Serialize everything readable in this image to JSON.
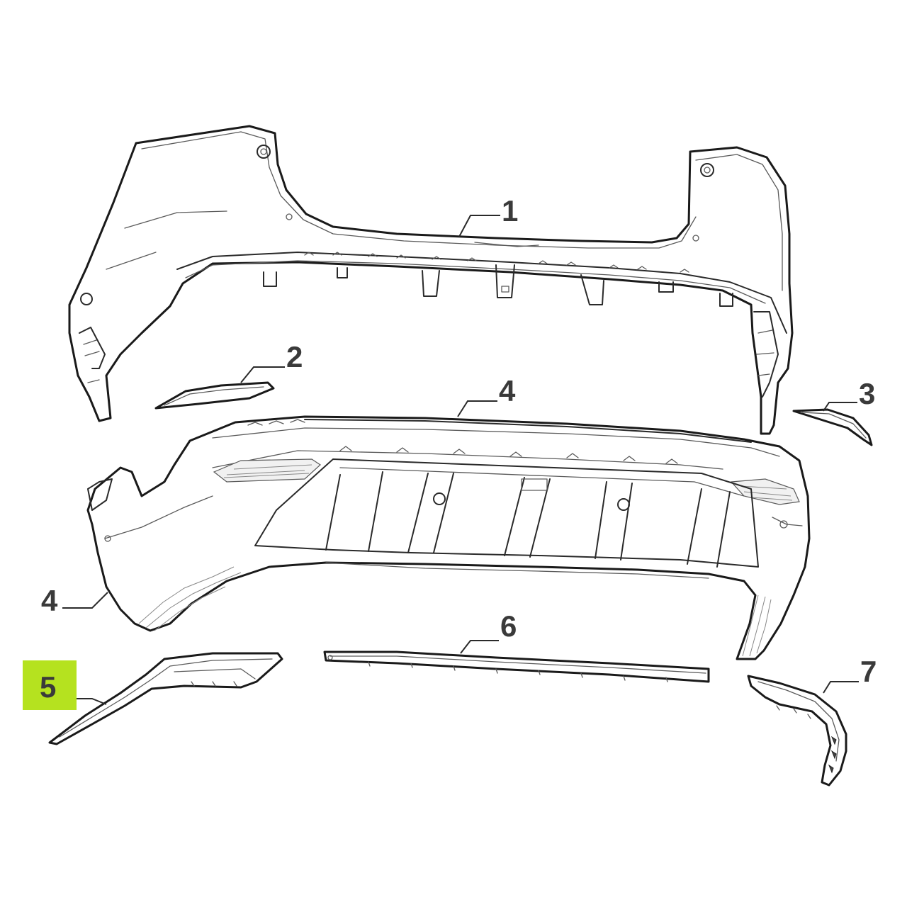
{
  "diagram": {
    "highlight_color": "#b5e21f",
    "text_color": "#3a3a3a",
    "callouts": {
      "c1": "1",
      "c2": "2",
      "c3": "3",
      "c4_top": "4",
      "c4_left": "4",
      "c5": "5",
      "c6": "6",
      "c7": "7"
    },
    "highlighted_part": "5"
  }
}
